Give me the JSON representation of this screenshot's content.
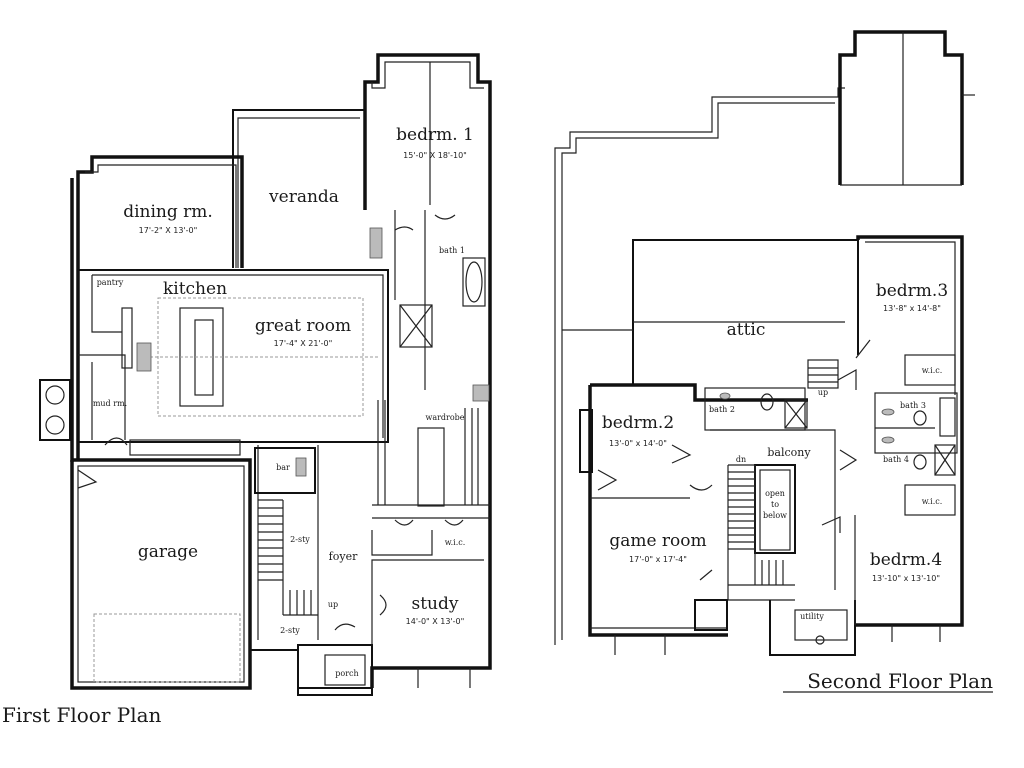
{
  "plans": {
    "first_floor": {
      "title": "First Floor Plan",
      "rooms": {
        "bedrm1": {
          "name": "bedrm. 1",
          "dim": "15'-0\" X 18'-10\""
        },
        "dining": {
          "name": "dining rm.",
          "dim": "17'-2\" X 13'-0\""
        },
        "veranda": {
          "name": "veranda"
        },
        "bath1": {
          "name": "bath 1"
        },
        "pantry": {
          "name": "pantry"
        },
        "kitchen": {
          "name": "kitchen"
        },
        "great_room": {
          "name": "great room",
          "dim": "17'-4\" X 21'-0\""
        },
        "mud_rm": {
          "name": "mud rm."
        },
        "wardrobe": {
          "name": "wardrobe"
        },
        "bar": {
          "name": "bar"
        },
        "garage": {
          "name": "garage"
        },
        "foyer": {
          "name": "foyer"
        },
        "wic": {
          "name": "w.i.c."
        },
        "study": {
          "name": "study",
          "dim": "14'-0\" X 13'-0\""
        },
        "two_sty_a": {
          "name": "2-sty"
        },
        "two_sty_b": {
          "name": "2-sty"
        },
        "porch": {
          "name": "porch"
        },
        "up": {
          "name": "up"
        }
      }
    },
    "second_floor": {
      "title": "Second Floor Plan",
      "rooms": {
        "attic": {
          "name": "attic"
        },
        "bedrm3": {
          "name": "bedrm.3",
          "dim": "13'-8\" x 14'-8\""
        },
        "bedrm2": {
          "name": "bedrm.2",
          "dim": "13'-0\" x 14'-0\""
        },
        "bath2": {
          "name": "bath 2"
        },
        "bath3": {
          "name": "bath 3"
        },
        "bath4": {
          "name": "bath 4"
        },
        "wic3": {
          "name": "w.i.c."
        },
        "wic4": {
          "name": "w.i.c."
        },
        "balcony": {
          "name": "balcony"
        },
        "dn": {
          "name": "dn"
        },
        "up": {
          "name": "up"
        },
        "open_to_below": {
          "name": "open to below"
        },
        "game_room": {
          "name": "game room",
          "dim": "17'-0\" x 17'-4\""
        },
        "bedrm4": {
          "name": "bedrm.4",
          "dim": "13'-10\" x 13'-10\""
        },
        "utility": {
          "name": "utility"
        }
      }
    }
  }
}
